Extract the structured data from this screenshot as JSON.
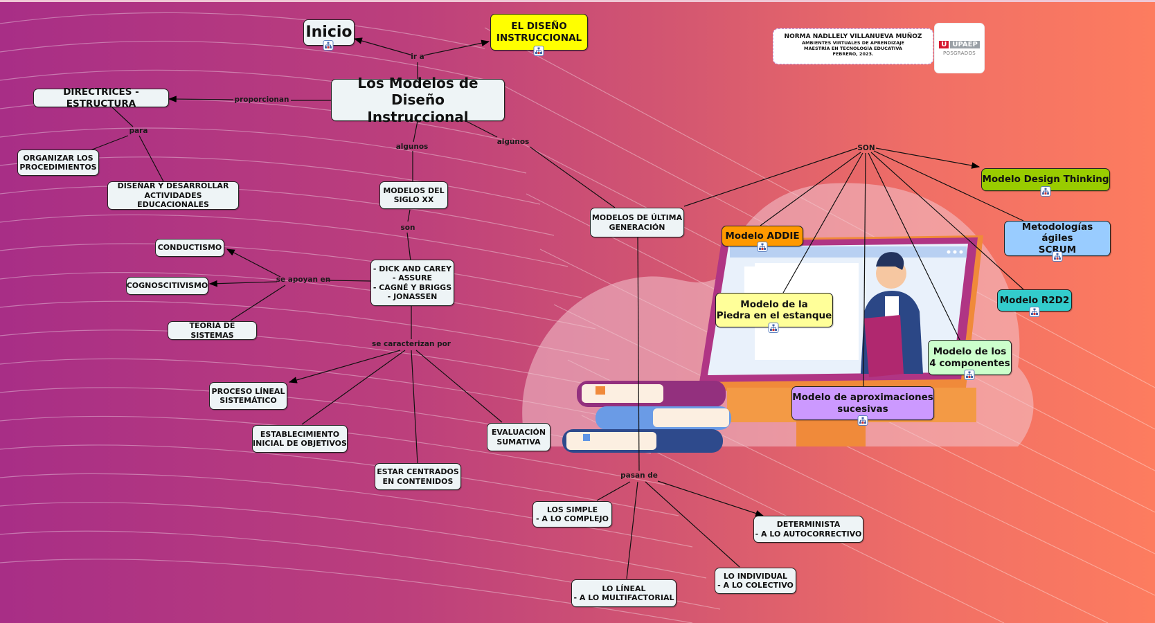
{
  "colors": {
    "node_default": "#eef4f6",
    "yellow": "#ffff00",
    "orange": "#ff9900",
    "light_yellow": "#ffff99",
    "purple": "#cc99ff",
    "light_green": "#ccffcc",
    "lime": "#99cc00",
    "light_blue": "#99ccff",
    "teal": "#33cccc"
  },
  "author": {
    "name": "NORMA NADLLELY VILLANUEVA MUÑOZ",
    "line1": "AMBIENTES VIRTUALES DE APRENDIZAJE",
    "line2": "MAESTRÍA EN TECNOLOGÍA EDUCATIVA",
    "line3": "FEBRERO, 2023."
  },
  "logo": {
    "mark": "U",
    "name": "UPAEP",
    "sub": "POSGRADOS"
  },
  "nodes": {
    "inicio": "Inicio",
    "diseno": "EL DISEÑO\nINSTRUCCIONAL",
    "main": "Los Modelos de Diseño\nInstruccional",
    "directrices": "DIRECTRICES - ESTRUCTURA",
    "organizar": "ORGANIZAR LOS\nPROCEDIMIENTOS",
    "disenar": "DISEÑAR Y DESARROLLAR\nACTIVIDADES EDUCACIONALES",
    "siglo": "MODELOS DEL\nSIGLO XX",
    "lista": "- DICK AND CAREY\n- ASSURE\n- CAGNÉ Y BRIGGS\n- JONASSEN",
    "conductismo": "CONDUCTISMO",
    "cognoscitivismo": "COGNOSCITIVISMO",
    "sistemas": "TEORÍA DE SISTEMAS",
    "proceso": "PROCESO LÍNEAL\nSISTEMÁTICO",
    "objetivos": "ESTABLECIMIENTO\nINICIAL DE OBJETIVOS",
    "contenidos": "ESTAR CENTRADOS\nEN CONTENIDOS",
    "evaluacion": "EVALUACIÓN\nSUMATIVA",
    "ultima": "MODELOS DE ÚLTIMA\nGENERACIÓN",
    "simple": "LOS SIMPLE\n- A LO COMPLEJO",
    "lineal": "LO LÍNEAL\n- A LO MULTIFACTORIAL",
    "individual": "LO INDIVIDUAL\n- A LO COLECTIVO",
    "determinista": "DETERMINISTA\n- A LO AUTOCORRECTIVO",
    "addie": "Modelo ADDIE",
    "piedra": "Modelo de la\nPiedra en el estanque",
    "aprox": "Modelo de aproximaciones\nsucesivas",
    "cuatro": "Modelo de los\n4 componentes",
    "design": "Modelo Design Thinking",
    "scrum": "Metodologías ágiles\nSCRUM",
    "r2d2": "Modelo R2D2"
  },
  "link_labels": {
    "ir_a": "ir a",
    "proporcionan": "proporcionan",
    "para": "para",
    "algunos_1": "algunos",
    "algunos_2": "algunos",
    "son": "son",
    "se_apoyan_en": "se apoyan en",
    "se_caracterizan_por": "se caracterizan por",
    "pasan_de": "pasan de",
    "SON": "SON"
  },
  "icons": {
    "submap": "concept-map-link-icon"
  }
}
